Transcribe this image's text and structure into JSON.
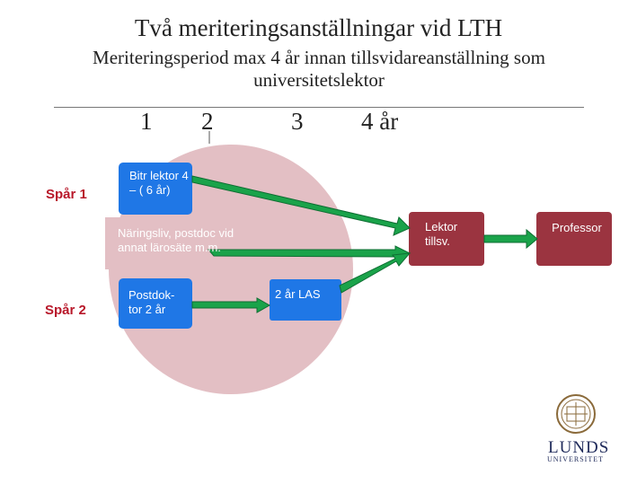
{
  "title": "Två meriteringsanställningar vid LTH",
  "subtitle": "Meriteringsperiod max 4 år innan tillsvidareanställning som universitetslektor",
  "years": [
    "1",
    "2",
    "3",
    "4 år"
  ],
  "tracks": {
    "track1_label": "Spår 1",
    "track2_label": "Spår 2"
  },
  "boxes": {
    "bitr_lektor": "Bitr lektor 4 – ( 6 år)",
    "naringsliv": "Näringsliv, postdoc vid annat lärosäte m.m.",
    "postdoktor": "Postdok-tor 2 år",
    "las": "2 år LAS",
    "lektor": "Lektor tillsv.",
    "professor": "Professor"
  },
  "logo": {
    "name": "LUNDS",
    "sub": "UNIVERSITET"
  },
  "colors": {
    "blue": "#1f77e6",
    "green": "#1aa34a",
    "maroon": "#9b3440",
    "pink_ellipse": "#e3bfc4",
    "track_label": "#b8182a"
  }
}
